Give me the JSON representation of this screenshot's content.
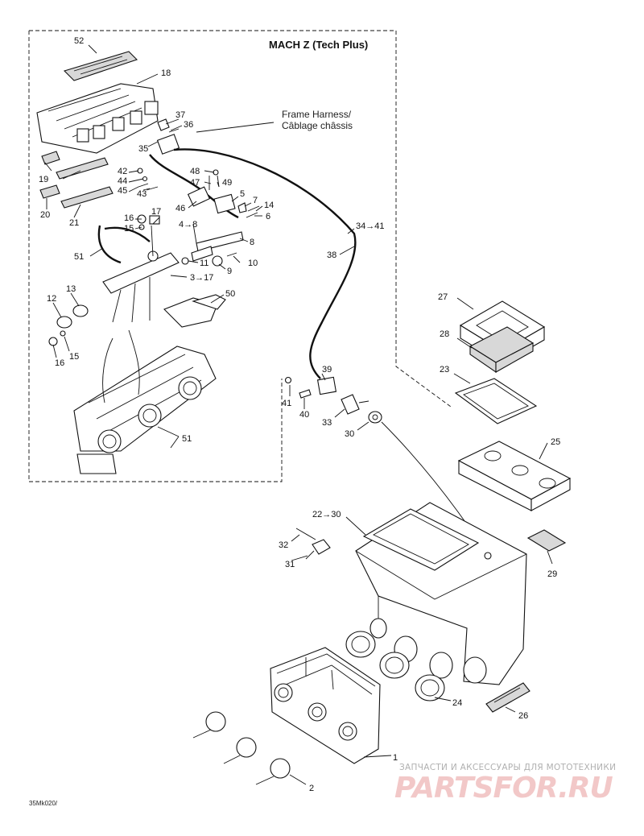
{
  "diagram": {
    "title": "MACH Z (Tech Plus)",
    "frame_harness_note": [
      "Frame Harness/",
      "Câblage châssis"
    ],
    "drawing_code": "35Mk020/",
    "callouts": {
      "c52": "52",
      "c18": "18",
      "c37": "37",
      "c36": "36",
      "c35": "35",
      "c19": "19",
      "c20": "20",
      "c21": "21",
      "c42": "42",
      "c44": "44",
      "c45": "45",
      "c43": "43",
      "c48": "48",
      "c47": "47",
      "c49": "49",
      "c46": "46",
      "c5": "5",
      "c7": "7",
      "c14": "14",
      "c6": "6",
      "c4to8": "4→8",
      "c8": "8",
      "c16a": "16",
      "c17": "17",
      "c15a": "15",
      "c51a": "51",
      "c11": "11",
      "c10": "10",
      "c9": "9",
      "c3to17": "3→17",
      "c12": "12",
      "c13": "13",
      "c50": "50",
      "c15b": "15",
      "c16b": "16",
      "c51b": "51",
      "c34to41": "34→41",
      "c38": "38",
      "c39": "39",
      "c41": "41",
      "c40": "40",
      "c33": "33",
      "c30": "30",
      "c27": "27",
      "c28": "28",
      "c23": "23",
      "c25": "25",
      "c22to30": "22→30",
      "c32": "32",
      "c31": "31",
      "c29": "29",
      "c24": "24",
      "c26": "26",
      "c1": "1",
      "c2": "2"
    }
  },
  "watermark": {
    "top_text": "ЗАПЧАСТИ И АКСЕССУАРЫ ДЛЯ МОТОТЕХНИКИ",
    "logo": "PARTSFOR.RU"
  }
}
